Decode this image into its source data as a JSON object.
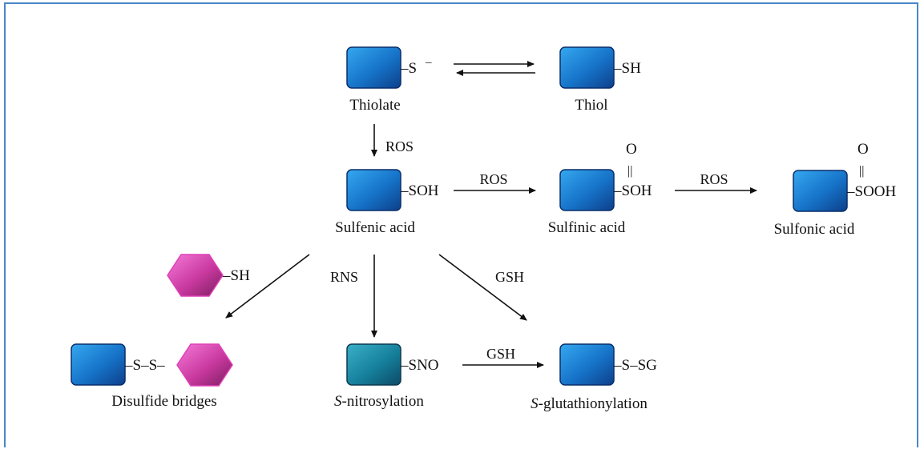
{
  "nodes": {
    "thiolate": {
      "label": "Thiolate",
      "group": "–S",
      "charge": "–"
    },
    "thiol": {
      "label": "Thiol",
      "group": "–SH"
    },
    "sulfenic": {
      "label": "Sulfenic acid",
      "group": "–SOH"
    },
    "sulfinic": {
      "label": "Sulfinic acid",
      "group": "–SOH",
      "oxo": "O",
      "dbl": "||"
    },
    "sulfonic": {
      "label": "Sulfonic acid",
      "group": "–SOOH",
      "oxo": "O",
      "dbl": "||"
    },
    "free_thiol": {
      "group": "–SH"
    },
    "disulfide": {
      "label": "Disulfide bridges",
      "group": "–S–S–"
    },
    "nitrosylation": {
      "label_italic": "S",
      "label_rest": "-nitrosylation",
      "group": "–SNO"
    },
    "glutathionylation": {
      "label_italic": "S",
      "label_rest": "-glutathionylation",
      "group": "–S–SG"
    }
  },
  "arrows": {
    "thiolate_to_sulfenic": "ROS",
    "sulfenic_to_sulfinic": "ROS",
    "sulfinic_to_sulfonic": "ROS",
    "sulfenic_to_nitrosylation": "RNS",
    "sulfenic_to_glutathionylation": "GSH",
    "nitrosylation_to_glutathionylation": "GSH"
  },
  "colors": {
    "protein_blue": "#1565c0",
    "protein_blue_light": "#2e9be8",
    "protein_teal": "#1a8aa0",
    "hexagon_magenta": "#c0389a",
    "hexagon_light": "#f06ad0",
    "frame_border": "#4a86c8"
  }
}
